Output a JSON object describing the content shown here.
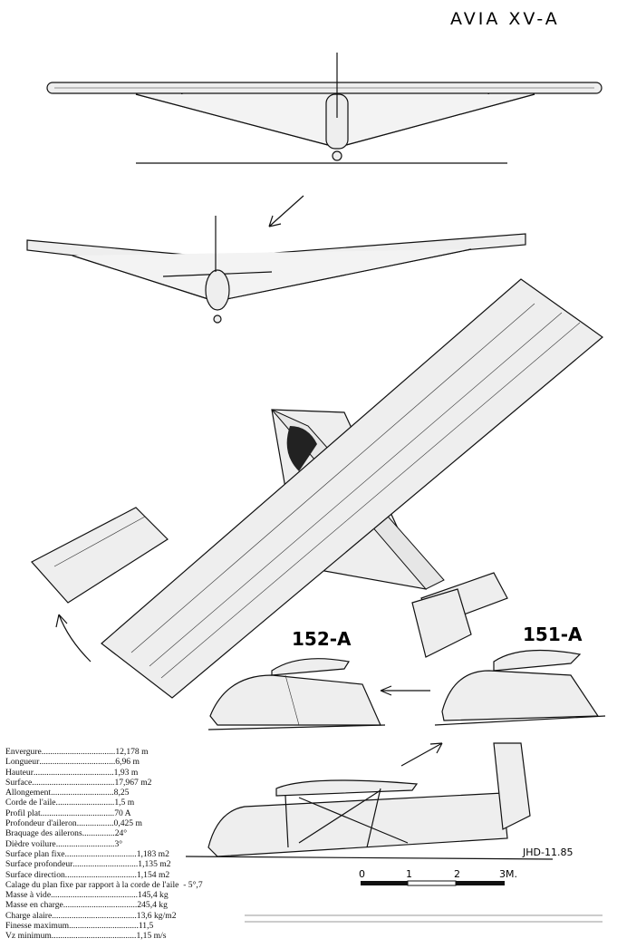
{
  "title": "AVIA XV-A",
  "variants": {
    "left": "152-A",
    "right": "151-A"
  },
  "signature": "JHD-11.85",
  "scale": {
    "ticks": [
      "0",
      "1",
      "2",
      "3M."
    ]
  },
  "specs": [
    {
      "label": "Envergure",
      "value": "12,178 m"
    },
    {
      "label": "Longueur",
      "value": "6,96 m"
    },
    {
      "label": "Hauteur",
      "value": "1,93 m"
    },
    {
      "label": "Surface",
      "value": "17,967 m2"
    },
    {
      "label": "Allongement",
      "value": "8,25"
    },
    {
      "label": "Corde de l'aile",
      "value": "1,5 m"
    },
    {
      "label": "Profil plat",
      "value": "70 A"
    },
    {
      "label": "Profondeur d'aileron",
      "value": "0,425 m"
    },
    {
      "label": "Braquage des ailerons",
      "value": "24°"
    },
    {
      "label": "Dièdre voilure",
      "value": "3°"
    },
    {
      "label": "Surface plan fixe",
      "value": "1,183 m2"
    },
    {
      "label": "Surface profondeur",
      "value": "1,135 m2"
    },
    {
      "label": "Surface direction",
      "value": "1,154 m2"
    },
    {
      "label": "Calage du plan fixe par rapport à la corde de l'aile",
      "value": "- 5°,7"
    },
    {
      "label": "Masse à vide",
      "value": "145,4 kg"
    },
    {
      "label": "Masse en charge",
      "value": "245,4 kg"
    },
    {
      "label": "Charge alaire",
      "value": "13,6 kg/m2"
    },
    {
      "label": "Finesse maximum",
      "value": "11,5"
    },
    {
      "label": "Vz minimum",
      "value": "1,15 m/s"
    }
  ]
}
